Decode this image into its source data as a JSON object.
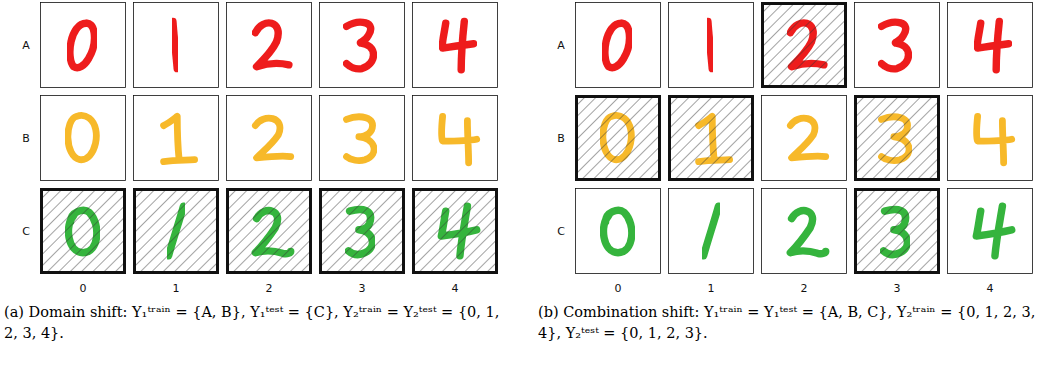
{
  "diagram": {
    "labels": [
      "A",
      "B",
      "C",
      "0",
      "1",
      "2",
      "3",
      "4",
      "(a) Domain shift: Y₁ᵗʳᵃⁱⁿ = {A, B}, Y₁ᵗᵉˢᵗ = {C}, Y₂ᵗʳᵃⁱⁿ = Y₂ᵗᵉˢᵗ = {0, 1, 2, 3, 4}.",
      "A",
      "B",
      "C",
      "0",
      "1",
      "2",
      "3",
      "4",
      "(b) Combination shift: Y₁ᵗʳᵃⁱⁿ = Y₁ᵗᵉˢᵗ = {A, B, C}, Y₂ᵗʳᵃⁱⁿ = {0, 1, 2, 3, 4}, Y₂ᵗᵉˢᵗ = {0, 1, 2, 3}."
    ]
  }
}
